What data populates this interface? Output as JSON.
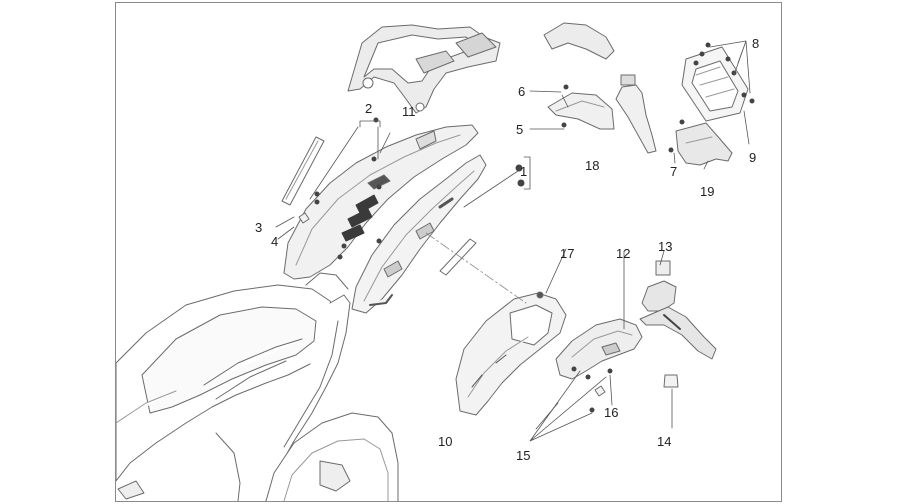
{
  "callouts": {
    "c1": "1",
    "c2": "2",
    "c3": "3",
    "c4": "4",
    "c5": "5",
    "c6": "6",
    "c7": "7",
    "c8": "8",
    "c9": "9",
    "c10": "10",
    "c11": "11",
    "c12": "12",
    "c13": "13",
    "c14": "14",
    "c15": "15",
    "c16": "16",
    "c17": "17",
    "c18": "18",
    "c19": "19"
  },
  "colors": {
    "line": "#6b6b6b",
    "fill": "#e9e9e9",
    "dark": "#3a3a3a",
    "frame": "#8a8a8a"
  }
}
